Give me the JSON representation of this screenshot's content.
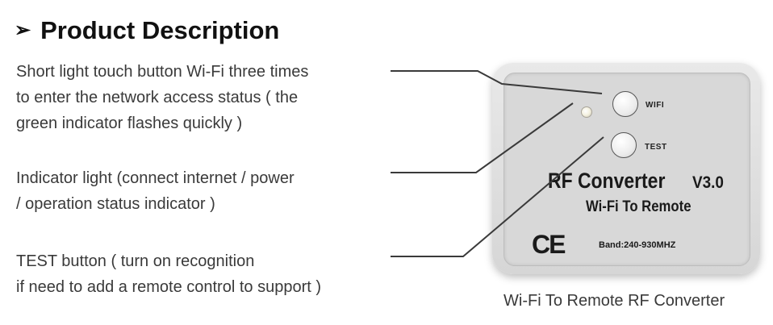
{
  "heading": {
    "marker": "➢",
    "title": "Product Description"
  },
  "descriptions": {
    "wifi_button": [
      "Short light touch button Wi-Fi three times",
      "to enter the network access status ( the",
      "green indicator flashes quickly )"
    ],
    "indicator": [
      "Indicator light (connect internet / power",
      "/ operation status indicator )"
    ],
    "test_button": [
      "TEST button ( turn on recognition",
      "if need to add a remote control to support )"
    ]
  },
  "device": {
    "wifi_label": "WIFI",
    "test_label": "TEST",
    "title": "RF Converter",
    "version": "V3.0",
    "subtitle": "Wi-Fi To Remote",
    "ce_mark": "CE",
    "band": "Band:240-930MHZ"
  },
  "caption": "Wi-Fi To Remote RF Converter",
  "colors": {
    "leader_line": "#3a3a3a",
    "device_body": "#d8d8d8",
    "text": "#3a3a3a"
  }
}
